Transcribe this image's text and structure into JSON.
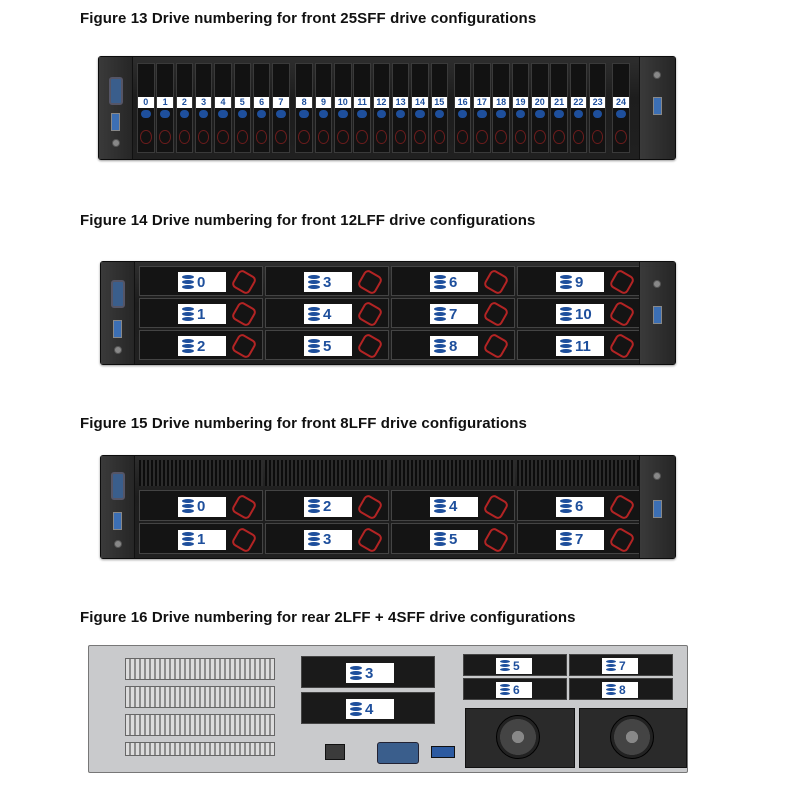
{
  "figures": [
    {
      "title": "Figure 13 Drive numbering for front 25SFF drive configurations",
      "drives": [
        "0",
        "1",
        "2",
        "3",
        "4",
        "5",
        "6",
        "7",
        "8",
        "9",
        "10",
        "11",
        "12",
        "13",
        "14",
        "15",
        "16",
        "17",
        "18",
        "19",
        "20",
        "21",
        "22",
        "23",
        "24"
      ]
    },
    {
      "title": "Figure 14 Drive numbering for front 12LFF drive configurations",
      "drives": [
        "0",
        "1",
        "2",
        "3",
        "4",
        "5",
        "6",
        "7",
        "8",
        "9",
        "10",
        "11"
      ]
    },
    {
      "title": "Figure 15 Drive numbering for front 8LFF drive configurations",
      "drives": [
        "0",
        "1",
        "2",
        "3",
        "4",
        "5",
        "6",
        "7"
      ]
    },
    {
      "title": "Figure 16 Drive numbering for rear 2LFF + 4SFF drive configurations",
      "drives": [
        "3",
        "4",
        "5",
        "6",
        "7",
        "8"
      ]
    }
  ],
  "colors": {
    "label_text": "#1e4f9c",
    "bezel": "#1f1f1f",
    "led_ring": "#b32424"
  },
  "icons": {
    "drive_label": "database-icon"
  }
}
